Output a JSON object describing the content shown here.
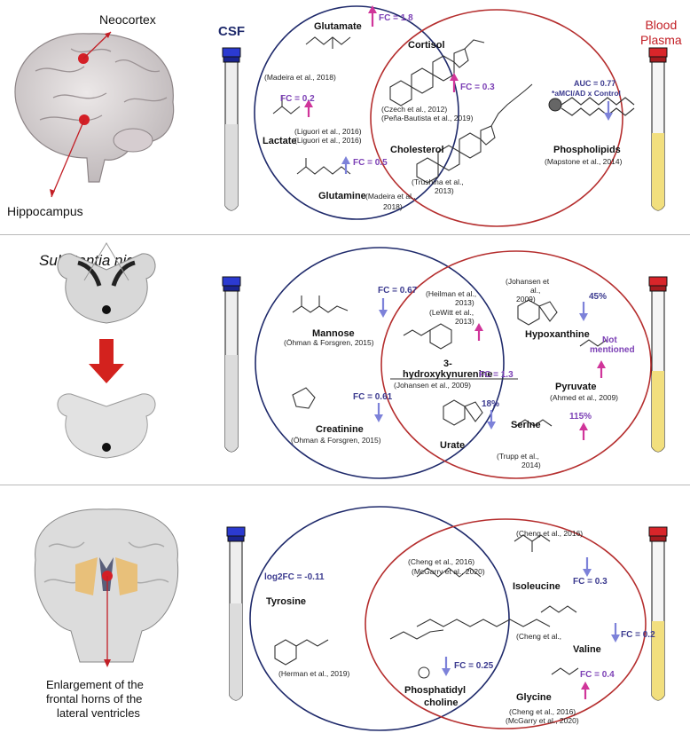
{
  "labels": {
    "csf": "CSF",
    "blood_plasma": "Blood\nPlasma"
  },
  "colors": {
    "csf_circle": "#1f2a6b",
    "plasma_circle": "#b52e2e",
    "arrow_up": "#d0359a",
    "arrow_down": "#7d82d9",
    "fc_text": "#7b3fb5",
    "tube_cap_csf": "#2b3ad1",
    "tube_cap_plasma": "#d9252a",
    "plasma_fluid": "#f2df7e"
  },
  "panel1": {
    "brain_labels": {
      "neocortex": "Neocortex",
      "hippocampus": "Hippocampus"
    },
    "glutamate": {
      "name": "Glutamate",
      "fc": "FC = 1.8",
      "ref": "(Madeira et al., 2018)"
    },
    "lactate": {
      "name": "Lactate",
      "fc": "FC = 0.2",
      "ref1": "(Liguori et al., 2016)",
      "ref2": "(Liguori et al., 2016)"
    },
    "glutamine": {
      "name": "Glutamine",
      "fc": "FC = 0.5",
      "ref1": "(Madeira et al.,",
      "ref2": "2018)"
    },
    "cortisol": {
      "name": "Cortisol",
      "fc": "FC = 0.3",
      "ref1": "(Czech et al., 2012)",
      "ref2": "(Peña-Bautista et al., 2019)"
    },
    "cholesterol": {
      "name": "Cholesterol",
      "ref1": "(Trushina et al.,",
      "ref2": "2013)"
    },
    "phospholipids": {
      "name": "Phospholipids",
      "auc": "AUC = 0.77",
      "auc_sub": "*aMCI/AD x Control",
      "ref": "(Mapstone et al., 2014)"
    }
  },
  "panel2": {
    "title": "Substantia nigra",
    "mannose": {
      "name": "Mannose",
      "fc": "FC = 0.67",
      "ref": "(Öhman & Forsgren, 2015)"
    },
    "creatinine": {
      "name": "Creatinine",
      "fc": "FC = 0.61",
      "ref": "(Öhman & Forsgren, 2015)"
    },
    "hydroxykynurenine": {
      "name1": "3-",
      "name2": "hydroxykynurenine",
      "fc": "FC = 1.3",
      "ref1": "(Heilman et al.,",
      "ref1b": "2013)",
      "ref2": "(LeWitt et al.,",
      "ref2b": "2013)",
      "ref3": "(Johansen et al., 2009)"
    },
    "urate": {
      "name": "Urate",
      "fc": "18%"
    },
    "hypoxanthine": {
      "name": "Hypoxanthine",
      "fc": "45%",
      "ref1": "(Johansen et",
      "ref2": "al.,",
      "ref3": "2009)"
    },
    "pyruvate": {
      "name": "Pyruvate",
      "fc1": "Not",
      "fc2": "mentioned",
      "ref": "(Ahmed et al., 2009)"
    },
    "serine": {
      "name": "Serine",
      "fc": "115%",
      "ref1": "(Trupp et al.,",
      "ref2": "2014)"
    }
  },
  "panel3": {
    "caption1": "Enlargement of the",
    "caption2": "frontal horns of the",
    "caption3": "lateral ventricles",
    "tyrosine": {
      "name": "Tyrosine",
      "fc": "log2FC = -0.11",
      "ref": "(Herman et al., 2019)"
    },
    "phosphatidylcholine": {
      "name1": "Phosphatidyl",
      "name2": "choline",
      "fc": "FC = 0.25",
      "ref1": "(Cheng et al., 2016)",
      "ref2": "(McGarry et al., 2020)"
    },
    "isoleucine": {
      "name": "Isoleucine",
      "fc": "FC = 0.3",
      "ref": "(Cheng et al., 2016)"
    },
    "valine": {
      "name": "Valine",
      "fc": "FC = 0.2",
      "ref": "(Cheng et al.,"
    },
    "glycine": {
      "name": "Glycine",
      "fc": "FC = 0.4",
      "ref1": "(Cheng et al., 2016)",
      "ref2": "(McGarry et al., 2020)"
    }
  }
}
